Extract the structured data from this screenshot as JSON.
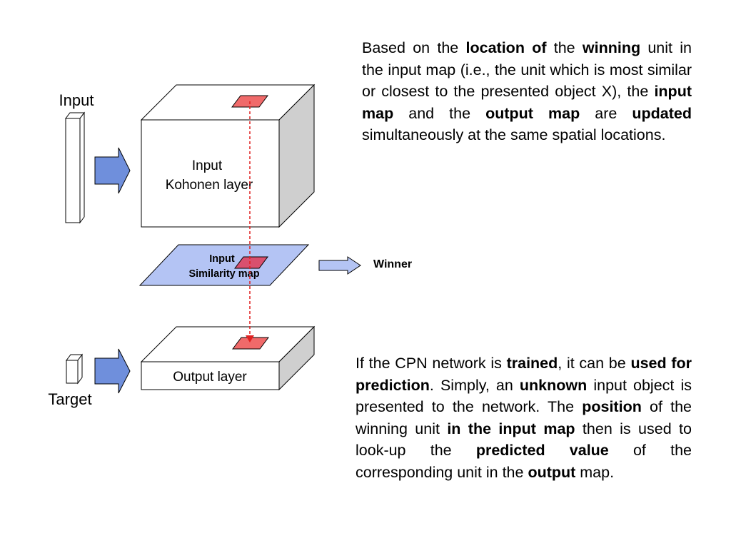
{
  "diagram": {
    "input_label": "Input",
    "target_label": "Target",
    "kohonen_line1": "Input",
    "kohonen_line2": "Kohonen layer",
    "similarity_line1": "Input",
    "similarity_line2": "Similarity map",
    "output_label": "Output layer",
    "winner_label": "Winner"
  },
  "colors": {
    "arrow_fill": "#6f8fdc",
    "similarity_fill": "#b4c4f4",
    "unit_fill": "#f06a6a",
    "dashed_line": "#e02020"
  },
  "paragraph_top": {
    "t1": "Based on the ",
    "b1": "location of",
    "t2": " the ",
    "b2": "winning",
    "t3": " unit in the input map (i.e., the unit which is most similar or closest to the presented object X), the ",
    "b3": "input map",
    "t4": " and the ",
    "b4": "output map",
    "t5": " are ",
    "b5": "updated",
    "t6": " simultaneously at the same spatial locations."
  },
  "paragraph_bottom": {
    "t1": "If the CPN network is ",
    "b1": "trained",
    "t2": ", it can be ",
    "b2": "used for prediction",
    "t3": ". Simply, an ",
    "b3": "unknown",
    "t4": " input object is presented to the network. The ",
    "b4": "position",
    "t5": " of the winning unit ",
    "b5": "in the input map",
    "t6": " then is used to look-up the ",
    "b6": "predicted value",
    "t7": " of the corresponding unit in the ",
    "b7": "output",
    "t8": " map."
  }
}
